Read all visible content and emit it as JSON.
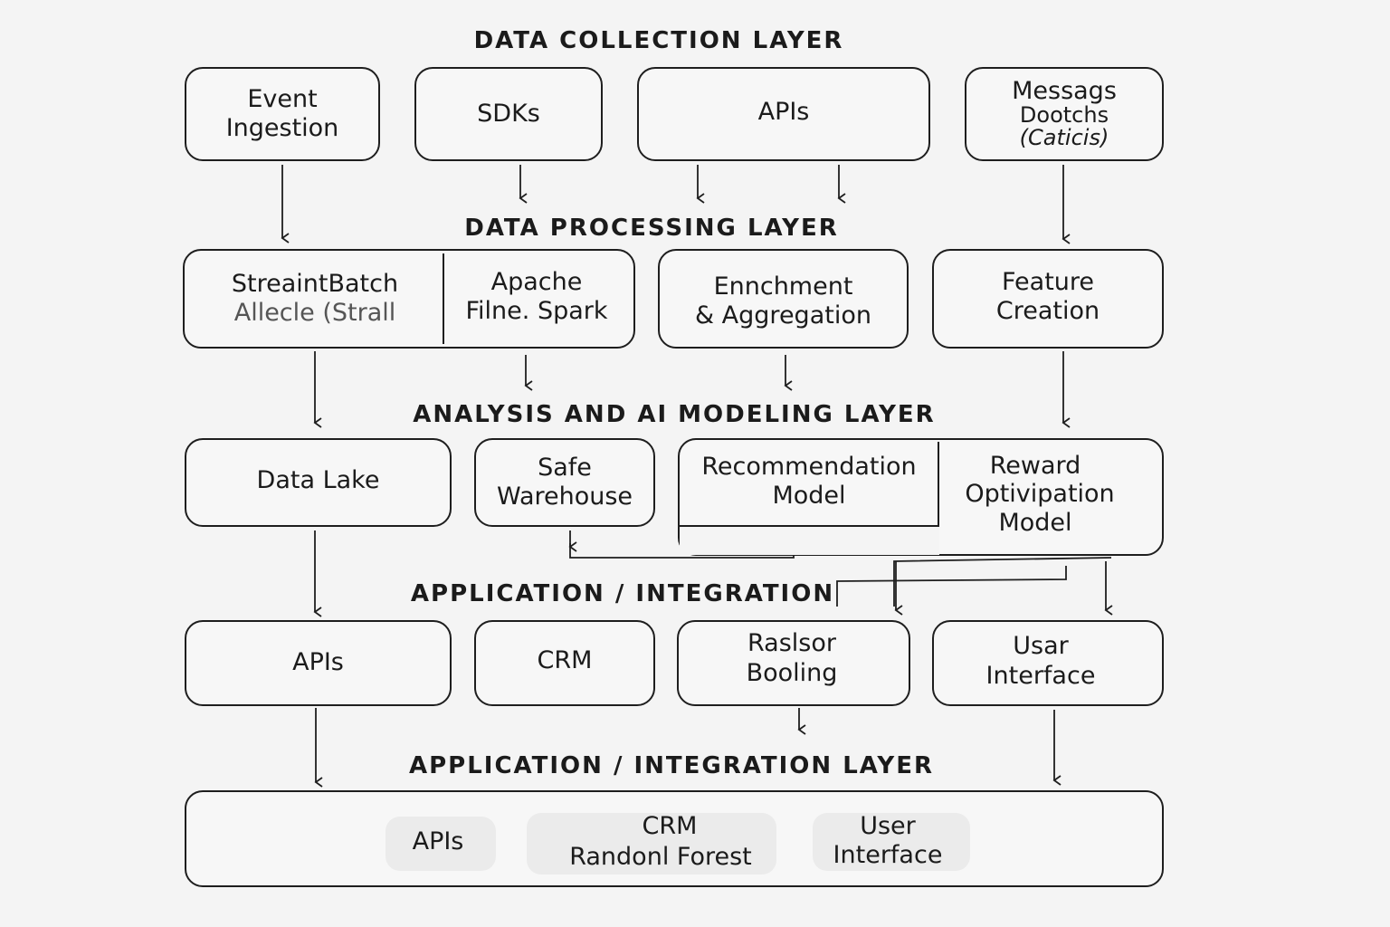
{
  "layers": {
    "collection": "DATA COLLECTION LAYER",
    "processing": "DATA PROCESSING LAYER",
    "analysis": "ANALYSIS AND AI MODELING LAYER",
    "app_integration": "APPLICATION / INTEGRATION",
    "app_integration_layer": "APPLICATION / INTEGRATION LAYER"
  },
  "collection": {
    "event_ingestion": [
      "Event",
      "Ingestion"
    ],
    "sdks": "SDKs",
    "apis": "APIs",
    "message_queue": [
      "Messags",
      "Dootchs",
      "(Caticis)"
    ]
  },
  "processing": {
    "stream_batch": [
      "StreaintBatch",
      "Allecle (Strall"
    ],
    "apache": [
      "Apache",
      "Filne. Spark"
    ],
    "enrichment": [
      "Ennchment",
      "& Aggregation"
    ],
    "feature": [
      "Feature",
      "Creation"
    ]
  },
  "analysis": {
    "data_lake": "Data Lake",
    "warehouse": [
      "Safe",
      "Warehouse"
    ],
    "recommendation": [
      "Recommendation",
      "Model"
    ],
    "reward": [
      "Reward",
      "Optivipation",
      "Model"
    ]
  },
  "application": {
    "apis": "APIs",
    "crm": "CRM",
    "raslsor": [
      "Raslsor",
      "Booling"
    ],
    "user_interface": [
      "Usar",
      "Interface"
    ]
  },
  "bottom": {
    "apis": "APIs",
    "crm": [
      "CRM",
      "Randonl Forest"
    ],
    "user_interface": [
      "User",
      "Interface"
    ]
  }
}
